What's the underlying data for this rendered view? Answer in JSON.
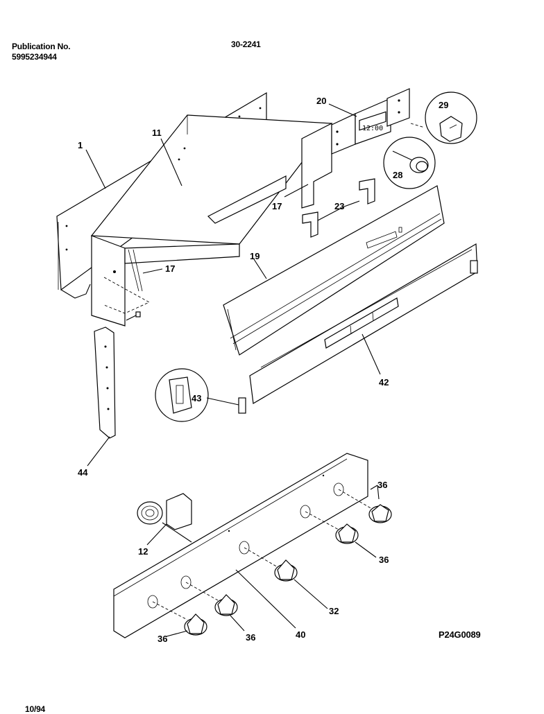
{
  "header": {
    "publication_label": "Publication No.",
    "publication_number": "5995234944",
    "document_number": "30-2241"
  },
  "diagram_code": "P24G0089",
  "footer": {
    "date": "10/94"
  },
  "callouts": {
    "c1": "1",
    "c11": "11",
    "c17a": "17",
    "c17b": "17",
    "c20": "20",
    "c29": "29",
    "c28": "28",
    "c23": "23",
    "c19": "19",
    "c42": "42",
    "c43": "43",
    "c44": "44",
    "c36a": "36",
    "c36b": "36",
    "c36c": "36",
    "c36d": "36",
    "c12": "12",
    "c32": "32",
    "c40": "40"
  },
  "clock_display": "12:00"
}
